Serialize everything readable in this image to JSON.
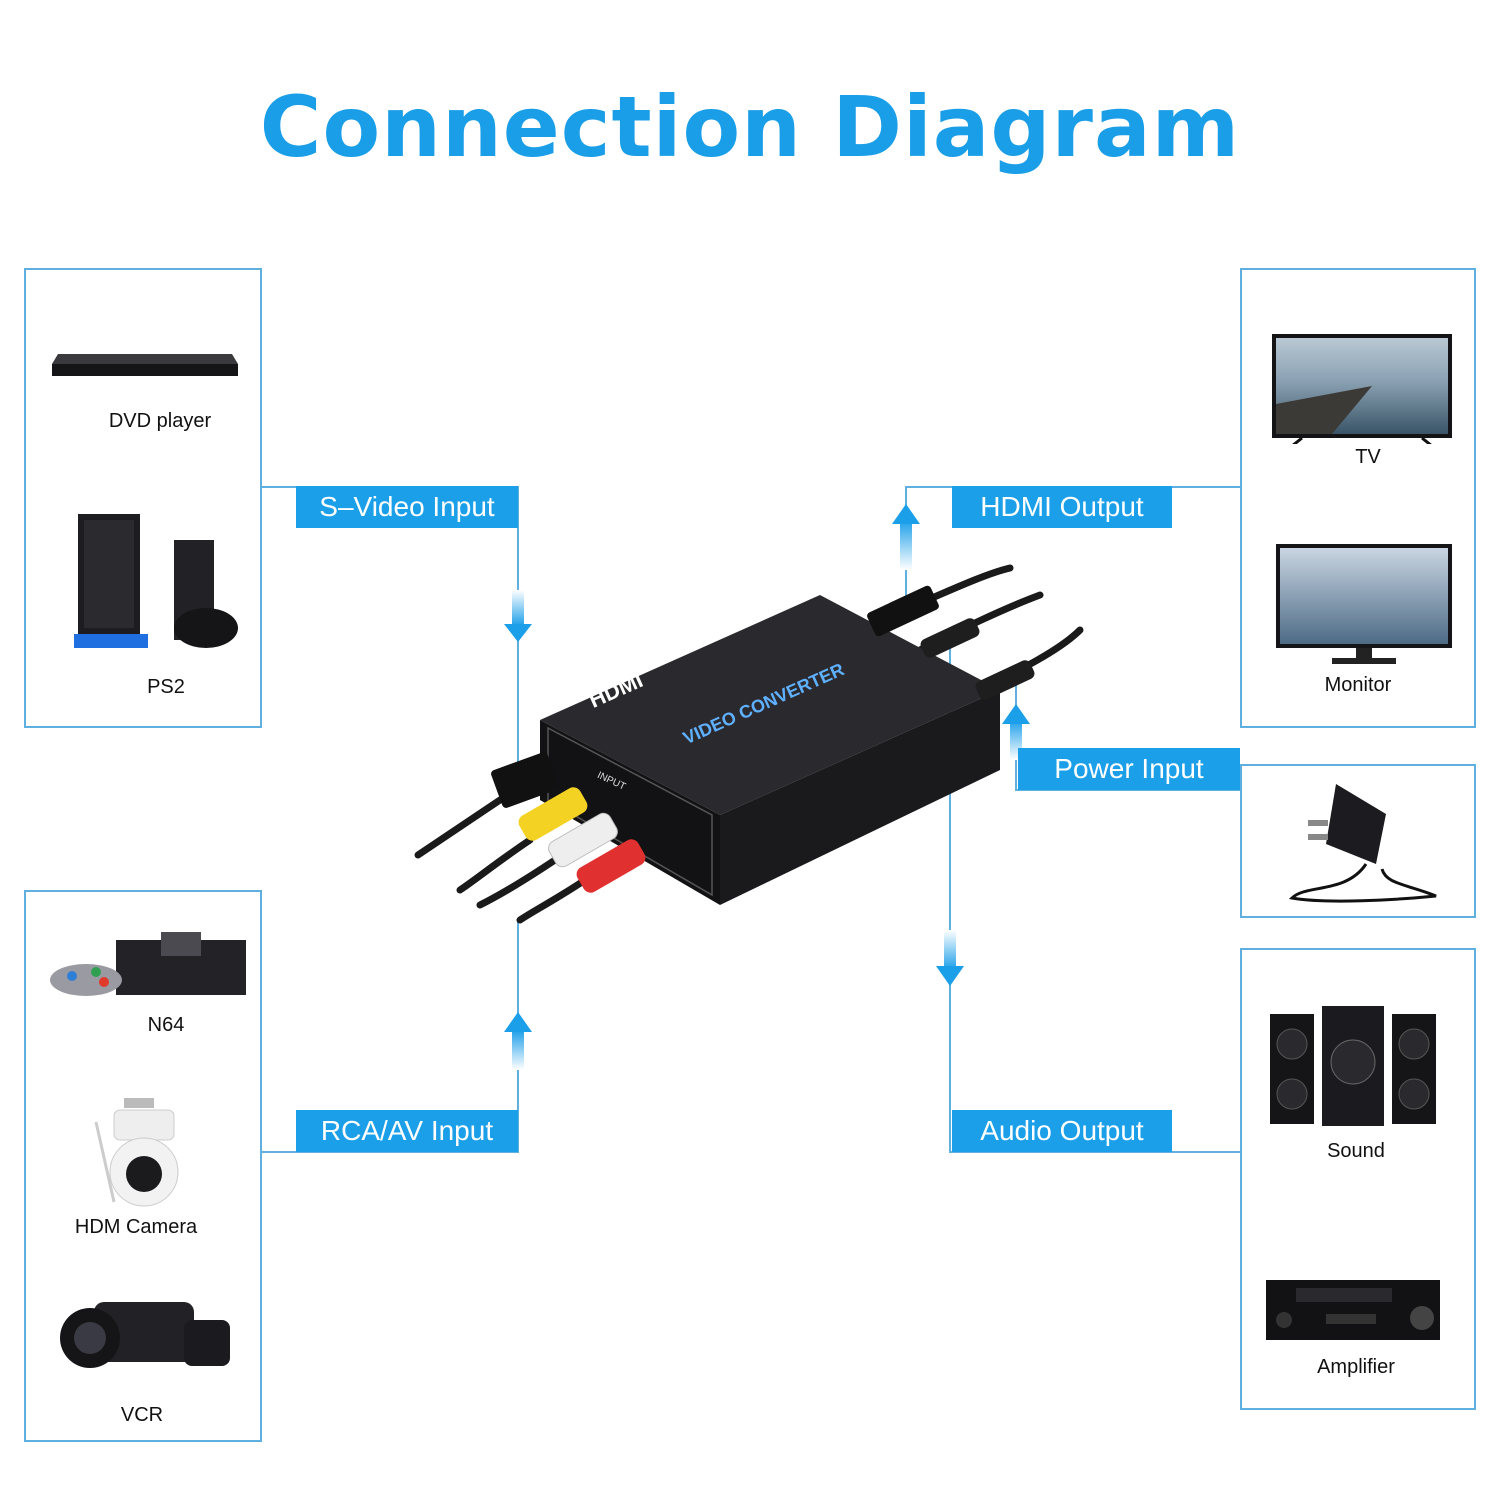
{
  "title": "Connection Diagram",
  "accent_color": "#1c9fe9",
  "panel_border_color": "#5fb0de",
  "connections": {
    "svideo": "S–Video Input",
    "rca": "RCA/AV Input",
    "hdmi": "HDMI Output",
    "power": "Power Input",
    "audio": "Audio Output"
  },
  "devices": {
    "dvd": "DVD player",
    "ps2": "PS2",
    "n64": "N64",
    "camera": "HDM Camera",
    "vcr": "VCR",
    "tv": "TV",
    "monitor": "Monitor",
    "sound": "Sound",
    "amplifier": "Amplifier"
  },
  "product": {
    "logo": "HDMI",
    "name": "VIDEO CONVERTER",
    "port_label": "INPUT"
  }
}
